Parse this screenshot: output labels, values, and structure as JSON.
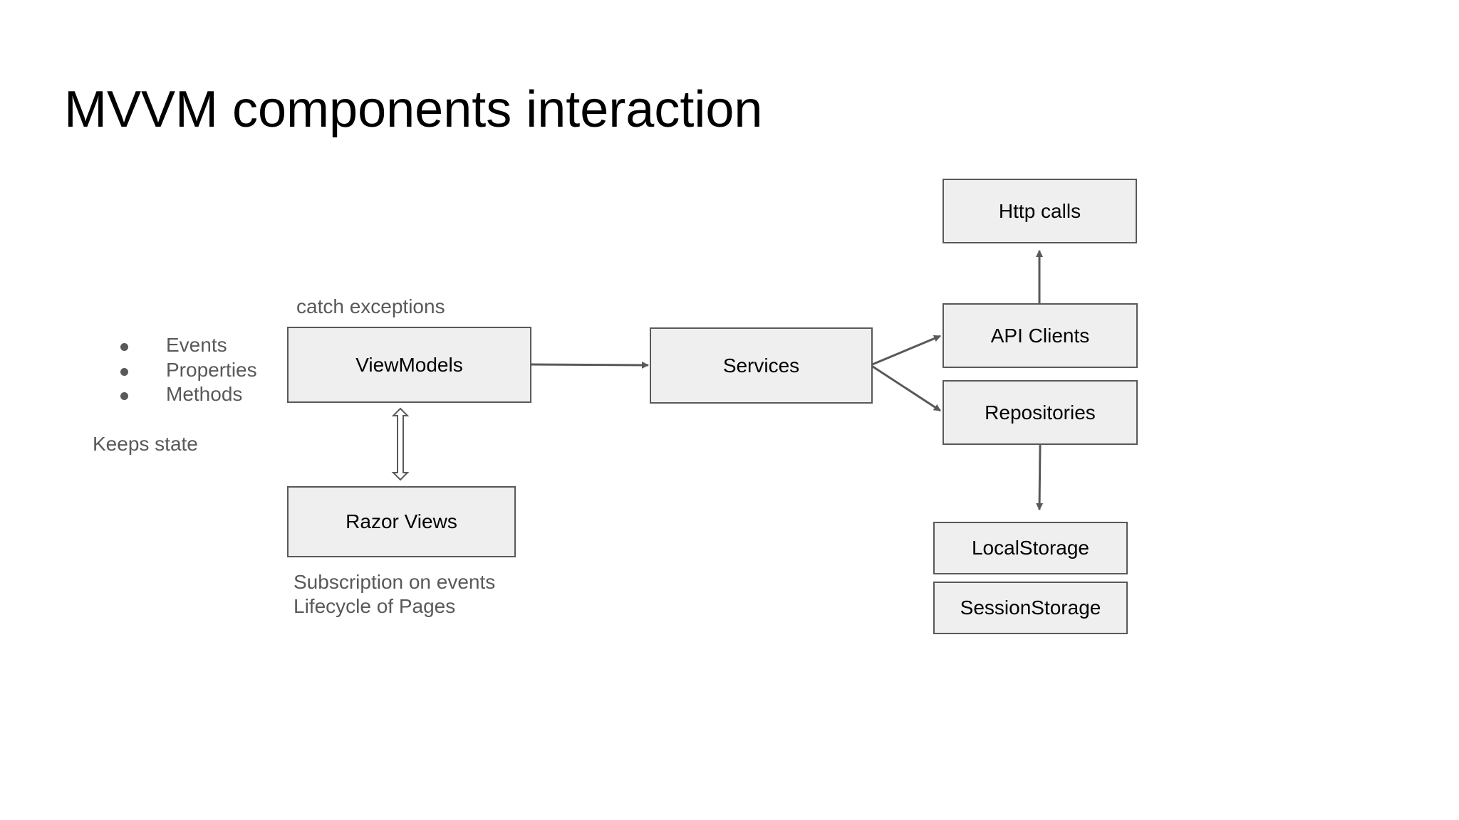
{
  "title": "MVVM components interaction",
  "viewmodel_notes": {
    "bullets": [
      "Events",
      "Properties",
      "Methods"
    ],
    "keeps_state": "Keeps state",
    "catch_exceptions": "catch exceptions"
  },
  "razor_notes": {
    "line1": "Subscription on events",
    "line2": "Lifecycle of Pages"
  },
  "nodes": {
    "viewmodels": "ViewModels",
    "razor_views": "Razor Views",
    "services": "Services",
    "http_calls": "Http calls",
    "api_clients": "API Clients",
    "repositories": "Repositories",
    "local_storage": "LocalStorage",
    "session_storage": "SessionStorage"
  },
  "colors": {
    "box_fill": "#efefef",
    "box_border": "#595959",
    "note_text": "#595959",
    "arrow": "#595959"
  }
}
